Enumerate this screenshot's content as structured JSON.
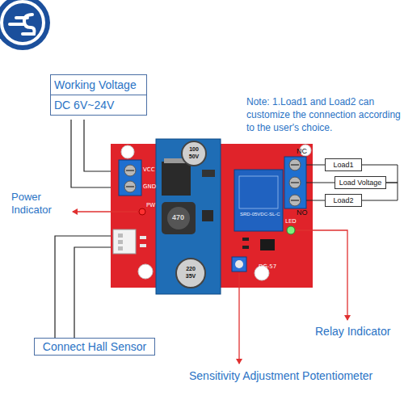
{
  "diagram": {
    "nodes": [
      {
        "text": [
          "Working Voltage",
          "DC 6V~24V"
        ]
      },
      {
        "text": [
          "Load1"
        ]
      },
      {
        "text": [
          "Load Voltage"
        ]
      },
      {
        "text": [
          "Load2"
        ]
      },
      {
        "text": [
          "Connect Hall Sensor"
        ]
      }
    ],
    "edges": [
      {
        "from": 1,
        "to": 2,
        "arrow": "none"
      },
      {
        "from": 3,
        "to": 2,
        "arrow": "none"
      }
    ],
    "labels": [
      "Note: 1.Load1 and Load2 can customize the connection according to the user's choice.",
      "NC",
      "NO",
      "Power Indicator",
      "VCC",
      "GND",
      "PW",
      "100",
      "50V",
      "220",
      "35V",
      "470",
      "SRD-05VDC-SL-C",
      "LED",
      "DG-57",
      "Relay Indicator",
      "Sensitivity Adjustment Potentiometer"
    ]
  }
}
